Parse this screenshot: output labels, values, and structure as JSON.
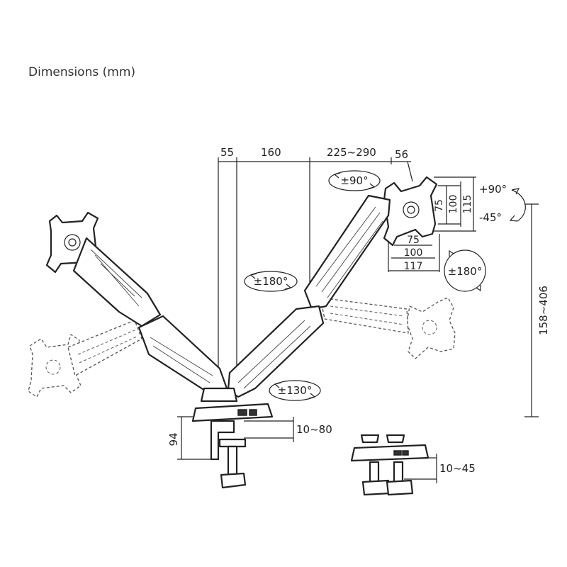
{
  "title": "Dimensions (mm)",
  "top_dimensions": {
    "d1": "55",
    "d2": "160",
    "d3": "225~290",
    "d4": "56"
  },
  "rotations": {
    "tilt_top": "±90°",
    "swivel_left": "±180°",
    "rotate_right": "±180°",
    "base_swivel": "±130°",
    "tilt_up": "+90°",
    "tilt_down": "-45°"
  },
  "vesa": {
    "v1": "75",
    "v2": "100",
    "v3": "115",
    "h1": "75",
    "h2": "100",
    "h3": "117"
  },
  "height_range": "158~406",
  "clamp": {
    "height": "94",
    "desk_thickness_clamp": "10~80",
    "desk_thickness_grommet": "10~45"
  }
}
